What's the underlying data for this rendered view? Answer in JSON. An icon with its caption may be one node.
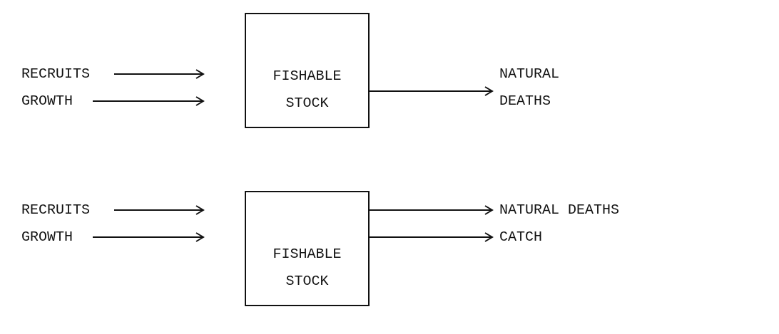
{
  "diagram": {
    "nodes": [
      {
        "text": [
          "RECRUITS"
        ]
      },
      {
        "text": [
          "GROWTH"
        ]
      },
      {
        "text": [
          "FISHABLE STOCK"
        ]
      },
      {
        "text": [
          "NATURAL DEATHS"
        ]
      },
      {
        "text": [
          "RECRUITS"
        ]
      },
      {
        "text": [
          "GROWTH"
        ]
      },
      {
        "text": [
          "FISHABLE STOCK"
        ]
      },
      {
        "text": [
          "NATURAL DEATHS"
        ]
      },
      {
        "text": [
          "CATCH"
        ]
      }
    ],
    "edges": [
      {
        "from": 0,
        "to": 2,
        "arrow": "to"
      },
      {
        "from": 1,
        "to": 2,
        "arrow": "to"
      },
      {
        "from": 2,
        "to": 3,
        "arrow": "to"
      },
      {
        "from": 4,
        "to": 6,
        "arrow": "to"
      },
      {
        "from": 5,
        "to": 6,
        "arrow": "to"
      },
      {
        "from": 6,
        "to": 7,
        "arrow": "to"
      },
      {
        "from": 6,
        "to": 8,
        "arrow": "to"
      }
    ]
  }
}
